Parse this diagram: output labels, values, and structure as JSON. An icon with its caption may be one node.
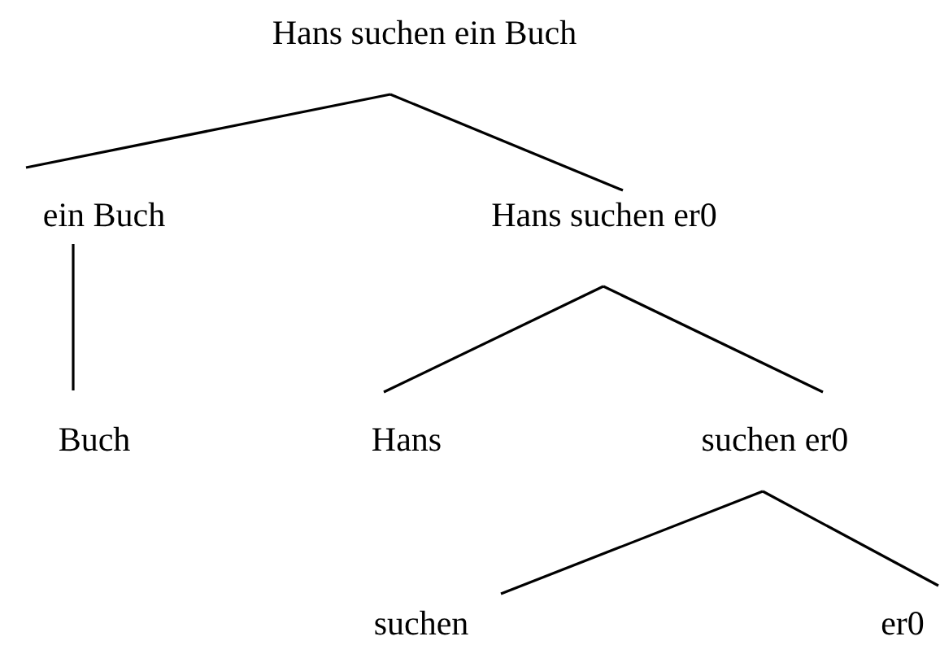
{
  "diagram": {
    "nodes": [
      {
        "text": [
          "Hans suchen ein Buch"
        ]
      },
      {
        "text": [
          "ein Buch"
        ]
      },
      {
        "text": [
          "Hans suchen er0"
        ]
      },
      {
        "text": [
          "Buch"
        ]
      },
      {
        "text": [
          "Hans"
        ]
      },
      {
        "text": [
          "suchen er0"
        ]
      },
      {
        "text": [
          "suchen"
        ]
      },
      {
        "text": [
          "er0"
        ]
      }
    ],
    "edges": [
      {
        "from": 0,
        "to": 1,
        "arrow": "none"
      },
      {
        "from": 0,
        "to": 2,
        "arrow": "none"
      },
      {
        "from": 1,
        "to": 3,
        "arrow": "none"
      },
      {
        "from": 2,
        "to": 4,
        "arrow": "none"
      },
      {
        "from": 2,
        "to": 5,
        "arrow": "none"
      },
      {
        "from": 5,
        "to": 6,
        "arrow": "none"
      },
      {
        "from": 5,
        "to": 7,
        "arrow": "none"
      }
    ]
  }
}
